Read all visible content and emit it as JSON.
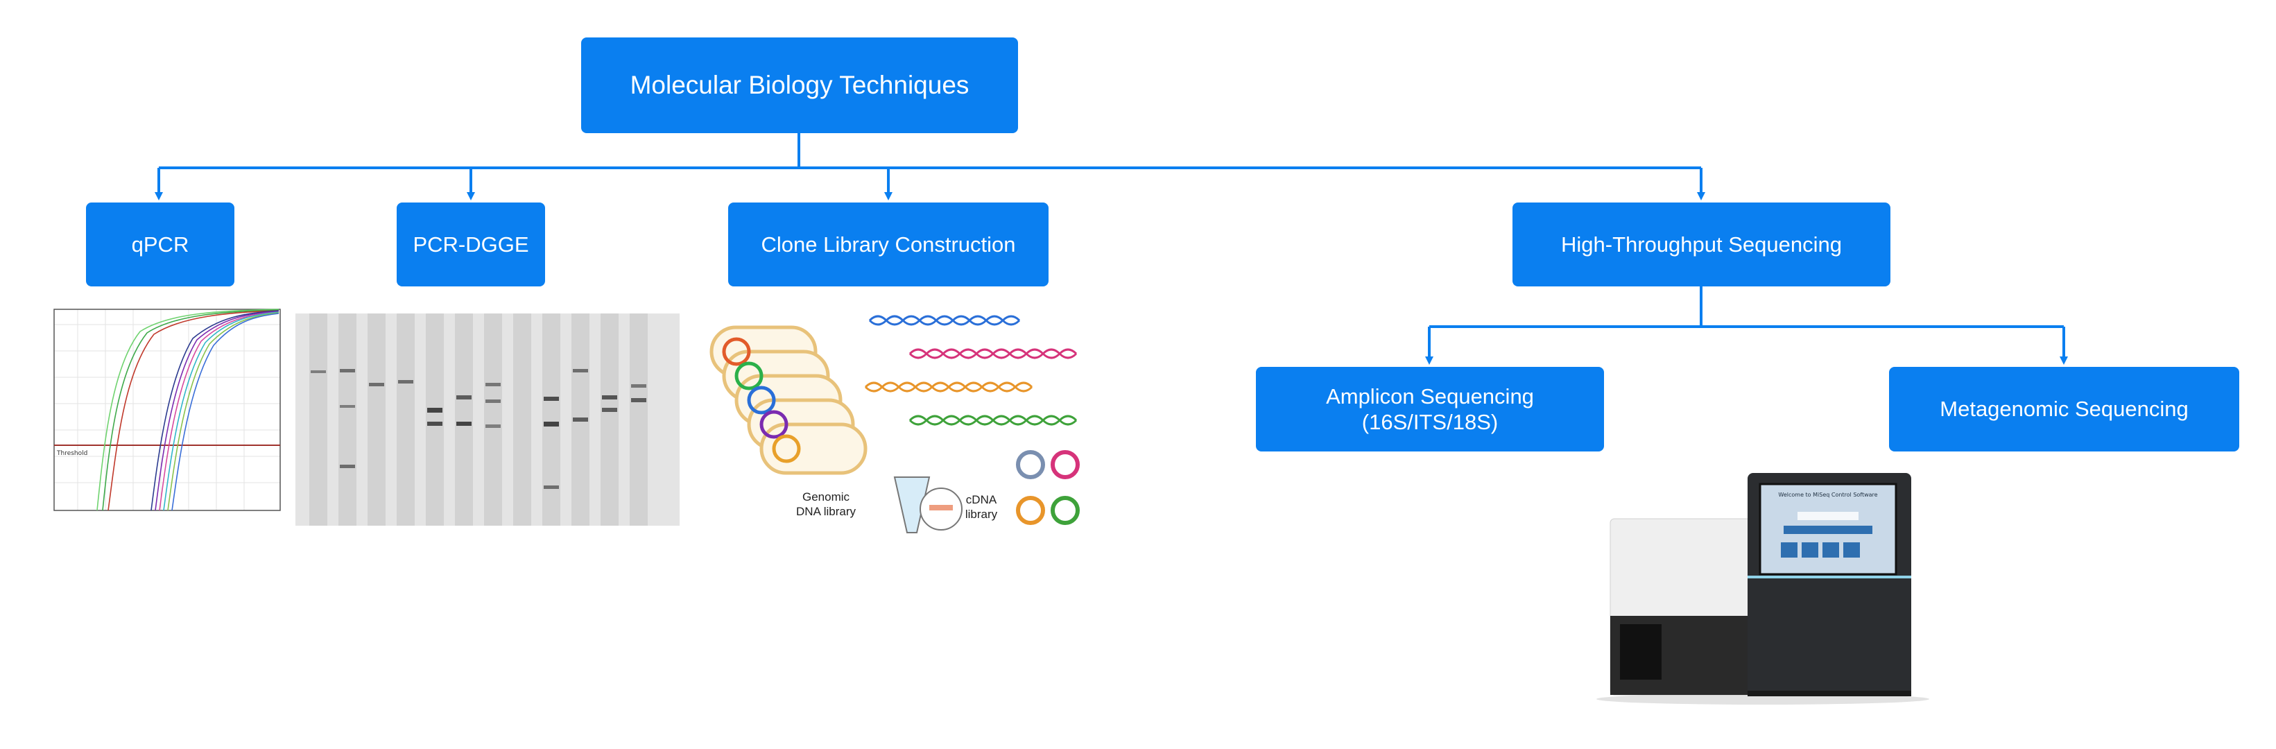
{
  "diagram": {
    "root": {
      "label": "Molecular Biology Techniques"
    },
    "children": [
      {
        "id": "qpcr",
        "label": "qPCR"
      },
      {
        "id": "pcr_dgge",
        "label": "PCR-DGGE"
      },
      {
        "id": "clone_library",
        "label": "Clone Library Construction"
      },
      {
        "id": "hts",
        "label": "High-Throughput Sequencing"
      }
    ],
    "hts_children": [
      {
        "id": "amplicon",
        "label": "Amplicon Sequencing\n(16S/ITS/18S)"
      },
      {
        "id": "metagenomic",
        "label": "Metagenomic Sequencing"
      }
    ]
  },
  "illustrations": {
    "qpcr_plot": {
      "threshold_label": "Threshold"
    },
    "clone_library": {
      "genomic_label": "Genomic\nDNA library",
      "cdna_label": "cDNA\nlibrary"
    },
    "sequencer": {
      "screen_title": "Welcome to MiSeq Control Software"
    }
  },
  "colors": {
    "box_fill": "#0a7ff0",
    "connector": "#0a7ff0",
    "box_text": "#ffffff"
  }
}
